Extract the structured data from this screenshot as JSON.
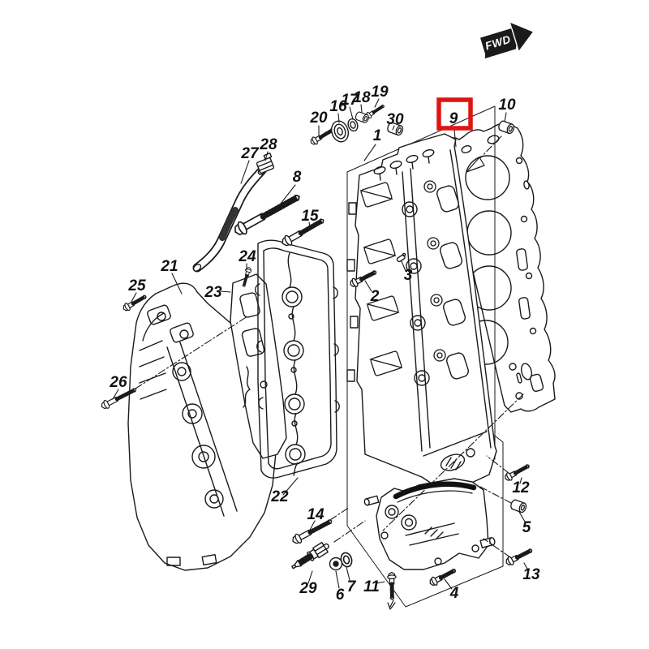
{
  "diagram": {
    "fwd_label": "FWD",
    "highlighted_part": "9",
    "colors": {
      "highlight": "#df1512",
      "line": "#1a1a1a",
      "background": "#ffffff"
    },
    "part_labels": {
      "n1": "1",
      "n2": "2",
      "n3": "3",
      "n4": "4",
      "n5": "5",
      "n6": "6",
      "n7": "7",
      "n8": "8",
      "n9": "9",
      "n10": "10",
      "n11": "11",
      "n12": "12",
      "n13": "13",
      "n14": "14",
      "n15": "15",
      "n16": "16",
      "n17": "17",
      "n18": "18",
      "n19": "19",
      "n20": "20",
      "n21": "21",
      "n22": "22",
      "n23": "23",
      "n24": "24",
      "n25": "25",
      "n26": "26",
      "n27": "27",
      "n28": "28",
      "n29": "29",
      "n30": "30"
    }
  }
}
